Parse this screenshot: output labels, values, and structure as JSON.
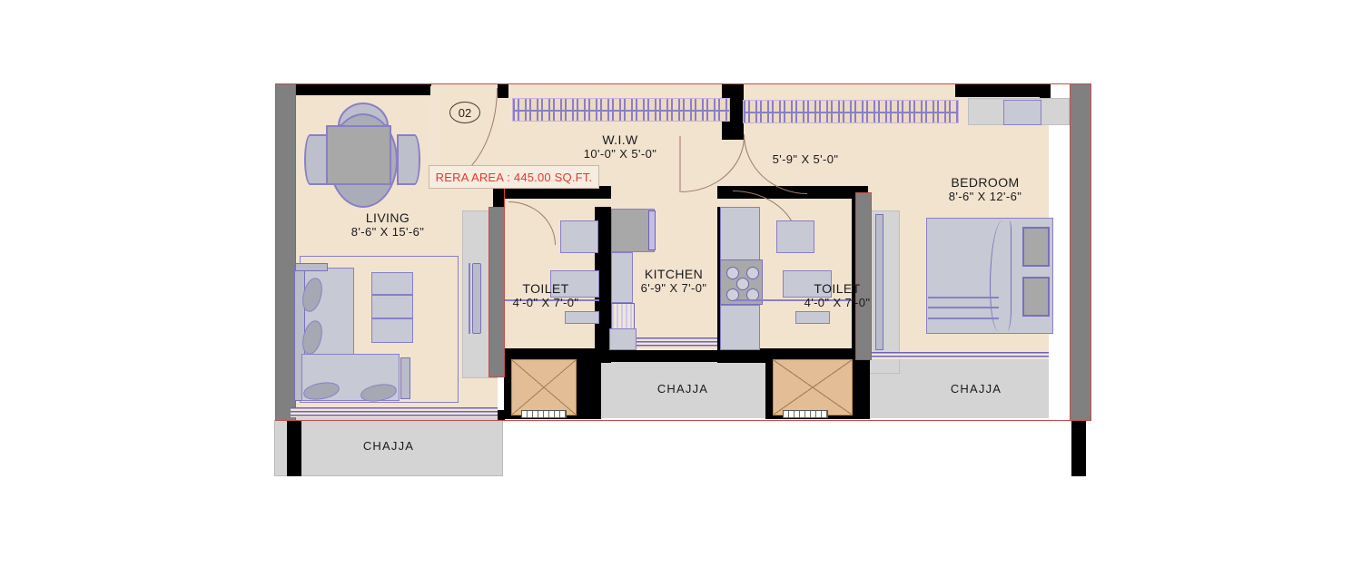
{
  "plan": {
    "unit_marker": "02",
    "rera_note": "RERA AREA : 445.00 SQ.FT.",
    "palette": {
      "floor": "#f2e3cf",
      "chajja": "#d4d4d4",
      "wall": "#000000",
      "column": "#808080",
      "column_outline": "#c0504d",
      "furniture_line": "#8a7fc4",
      "duct": "#e3bd96",
      "rera_text": "#e03a2f",
      "label_text": "#1a1a1a"
    },
    "rooms": [
      {
        "id": "living",
        "name": "LIVING",
        "dim": "8'-6\" X 15'-6\""
      },
      {
        "id": "wiw",
        "name": "W.I.W",
        "dim": "10'-0\" X 5'-0\""
      },
      {
        "id": "balcony2",
        "name": "",
        "dim": "5'-9\" X 5'-0\""
      },
      {
        "id": "bedroom",
        "name": "BEDROOM",
        "dim": "8'-6\" X 12'-6\""
      },
      {
        "id": "toilet1",
        "name": "TOILET",
        "dim": "4'-0\" X 7'-0\""
      },
      {
        "id": "kitchen",
        "name": "KITCHEN",
        "dim": "6'-9\" X 7'-0\""
      },
      {
        "id": "toilet2",
        "name": "TOILET",
        "dim": "4'-0\" X 7'-0\""
      }
    ],
    "chajja_labels": [
      {
        "id": "chajja-center",
        "text": "CHAJJA"
      },
      {
        "id": "chajja-right",
        "text": "CHAJJA"
      },
      {
        "id": "chajja-bottom",
        "text": "CHAJJA"
      }
    ]
  }
}
